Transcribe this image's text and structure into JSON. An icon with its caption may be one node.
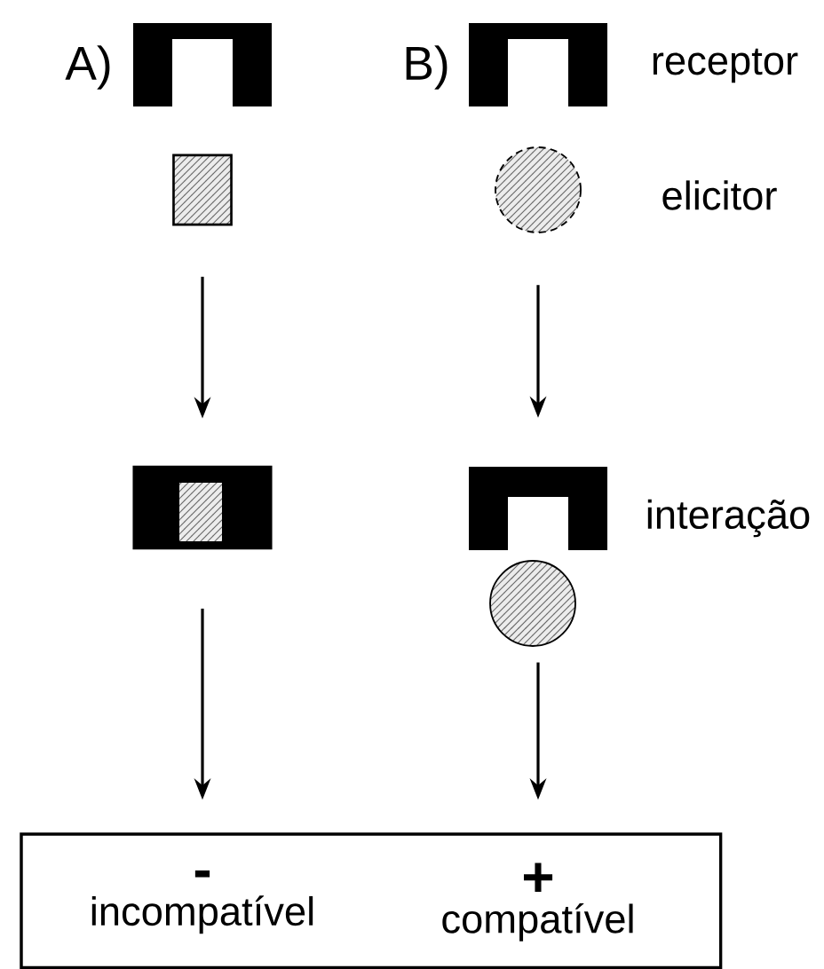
{
  "diagram": {
    "nodes": [
      {
        "text": [],
        "shape": "box"
      },
      {
        "text": [],
        "shape": "circle"
      },
      {
        "text": [],
        "shape": "box"
      },
      {
        "text": [],
        "shape": "box"
      },
      {
        "text": [],
        "shape": "box"
      },
      {
        "text": [
          "-",
          "incompatível"
        ],
        "in": 4
      },
      {
        "text": [
          "+",
          "compatível"
        ],
        "in": 4
      }
    ],
    "edges": [
      {
        "from": 0,
        "to": 2,
        "arrow": "to"
      },
      {
        "from": 1,
        "to": 3,
        "arrow": "to"
      },
      {
        "from": 2,
        "to": 5,
        "arrow": "to"
      },
      {
        "from": 3,
        "to": 6,
        "arrow": "to"
      }
    ],
    "labels": [
      "A)",
      "B)",
      "receptor",
      "elicitor",
      "interação"
    ]
  }
}
